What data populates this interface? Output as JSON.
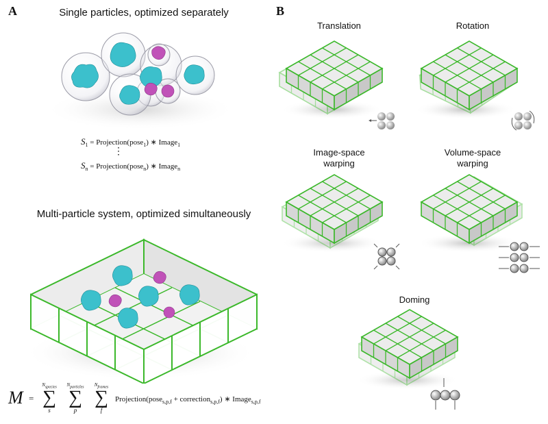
{
  "panel_a": {
    "letter": "A",
    "title_single": "Single particles, optimized separately",
    "eq1": {
      "lhs": "S",
      "lhs_sub": "1",
      "text": " = Projection(pose",
      "pose_sub": "1",
      "tail": ") ∗ Image",
      "img_sub": "1"
    },
    "ellipsis": "⋮",
    "eqn": {
      "lhs": "S",
      "lhs_sub": "n",
      "text": " = Projection(pose",
      "pose_sub": "n",
      "tail": ") ∗ Image",
      "img_sub": "n"
    },
    "title_multi": "Multi-particle system, optimized simultaneously",
    "big_eq": {
      "M": "M",
      "equals": "=",
      "sum_upper": [
        "N",
        "N",
        "N"
      ],
      "sum_upper_sub": [
        "species",
        "particles",
        "frames"
      ],
      "sum_lower": [
        "s",
        "p",
        "f"
      ],
      "body": "Projection(pose",
      "body_sub1": "s,p,f",
      "plus": " + correction",
      "body_sub2": "s,p,f",
      "tail": ") ∗ Image",
      "body_sub3": "s,p,f"
    }
  },
  "panel_b": {
    "letter": "B",
    "translation": "Translation",
    "rotation": "Rotation",
    "image_space_1": "Image-space",
    "image_space_2": "warping",
    "volume_space_1": "Volume-space",
    "volume_space_2": "warping",
    "doming": "Doming"
  },
  "colors": {
    "grid_green": "#3bb82a",
    "particle_cyan": "#3cc0cc",
    "particle_magenta": "#c052b8"
  }
}
